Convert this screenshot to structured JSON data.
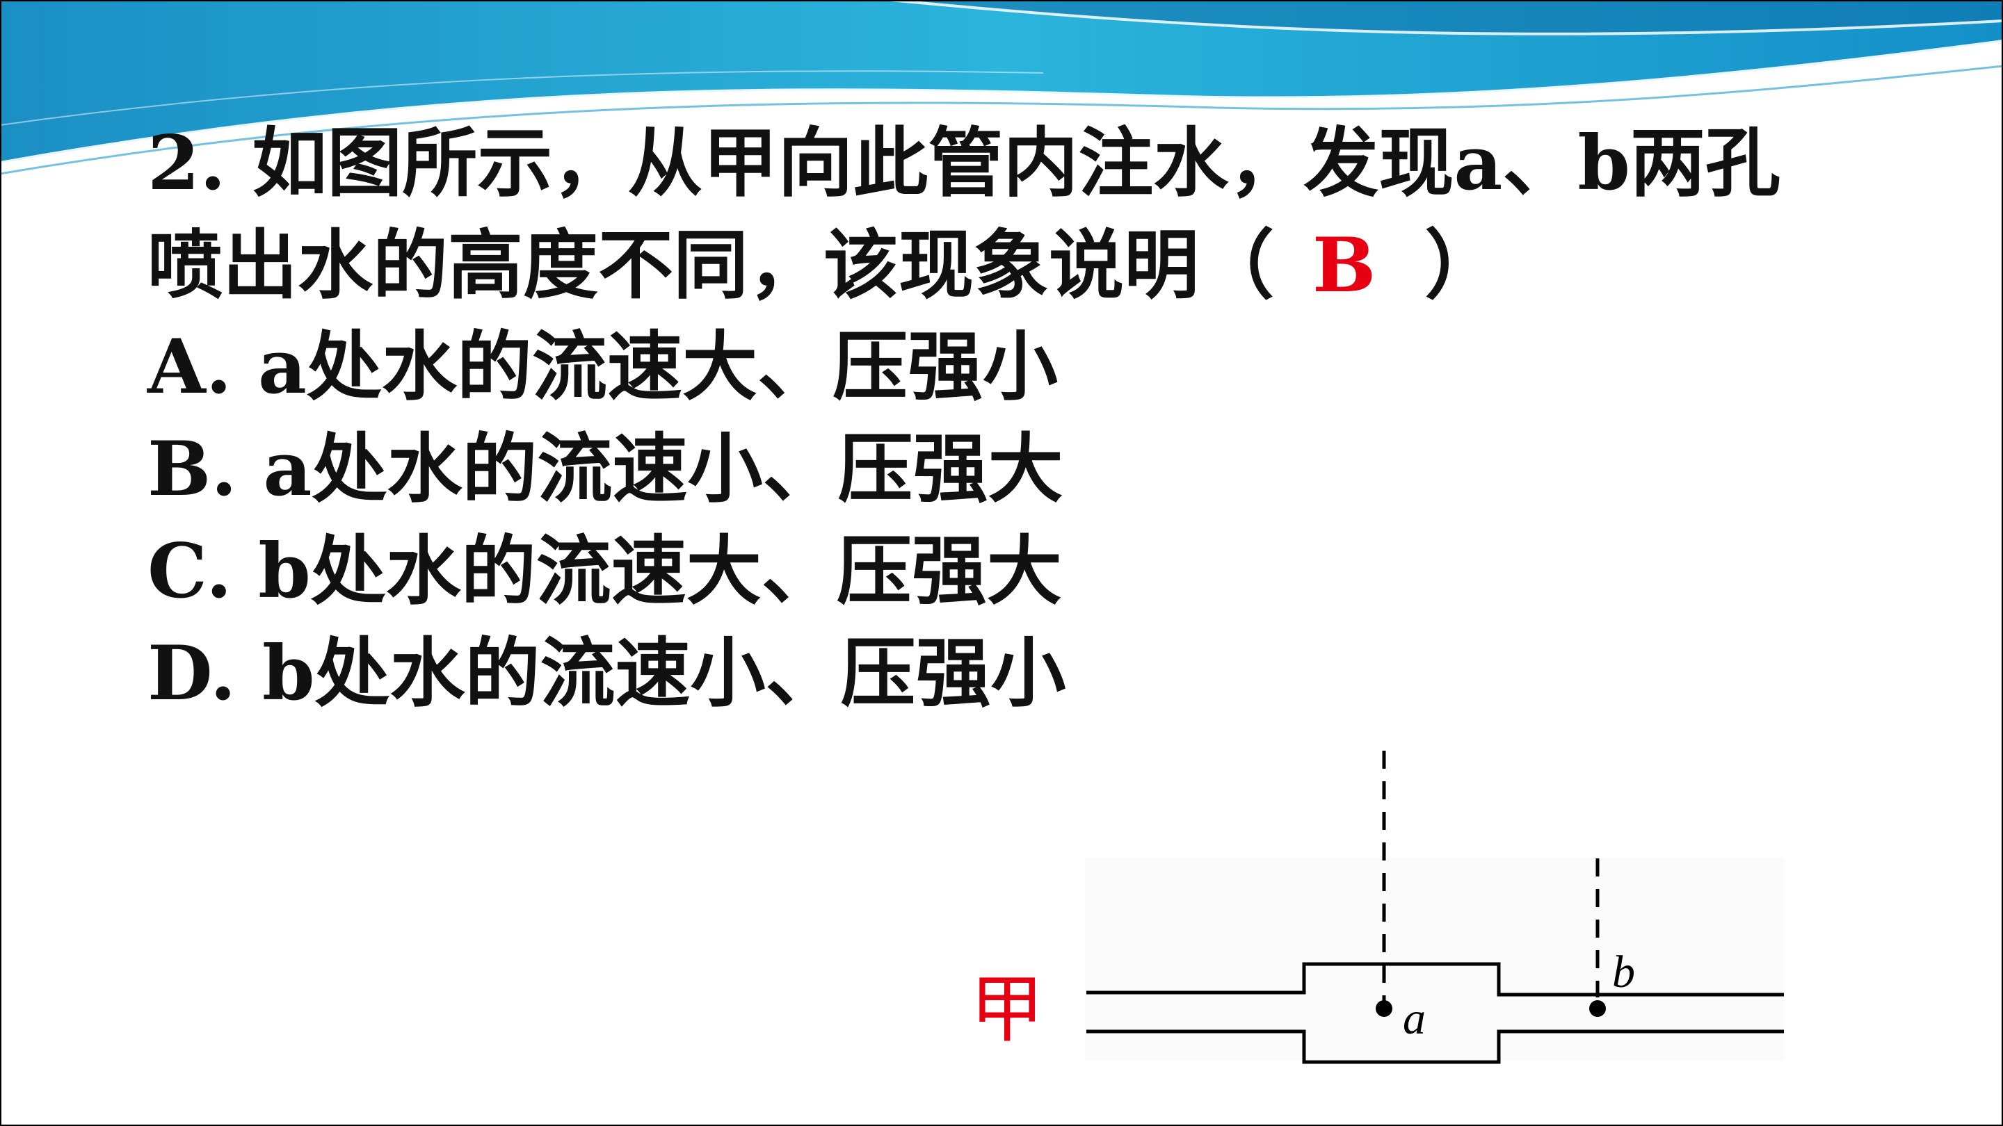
{
  "question": {
    "line1": "2. 如图所示，从甲向此管内注水，发现a、b两孔",
    "line2_before": "喷出水的高度不同，该现象说明（",
    "answer": "B",
    "line2_after": "）"
  },
  "options": [
    "A. a处水的流速大、压强小",
    "B. a处水的流速小、压强大",
    "C. b处水的流速大、压强大",
    "D. b处水的流速小、压强小"
  ],
  "diagram": {
    "inlet_label": "甲",
    "point_a_label": "a",
    "point_b_label": "b"
  },
  "colors": {
    "answer": "#e60012",
    "banner_blue": "#1a9fd0",
    "text": "#111111"
  }
}
